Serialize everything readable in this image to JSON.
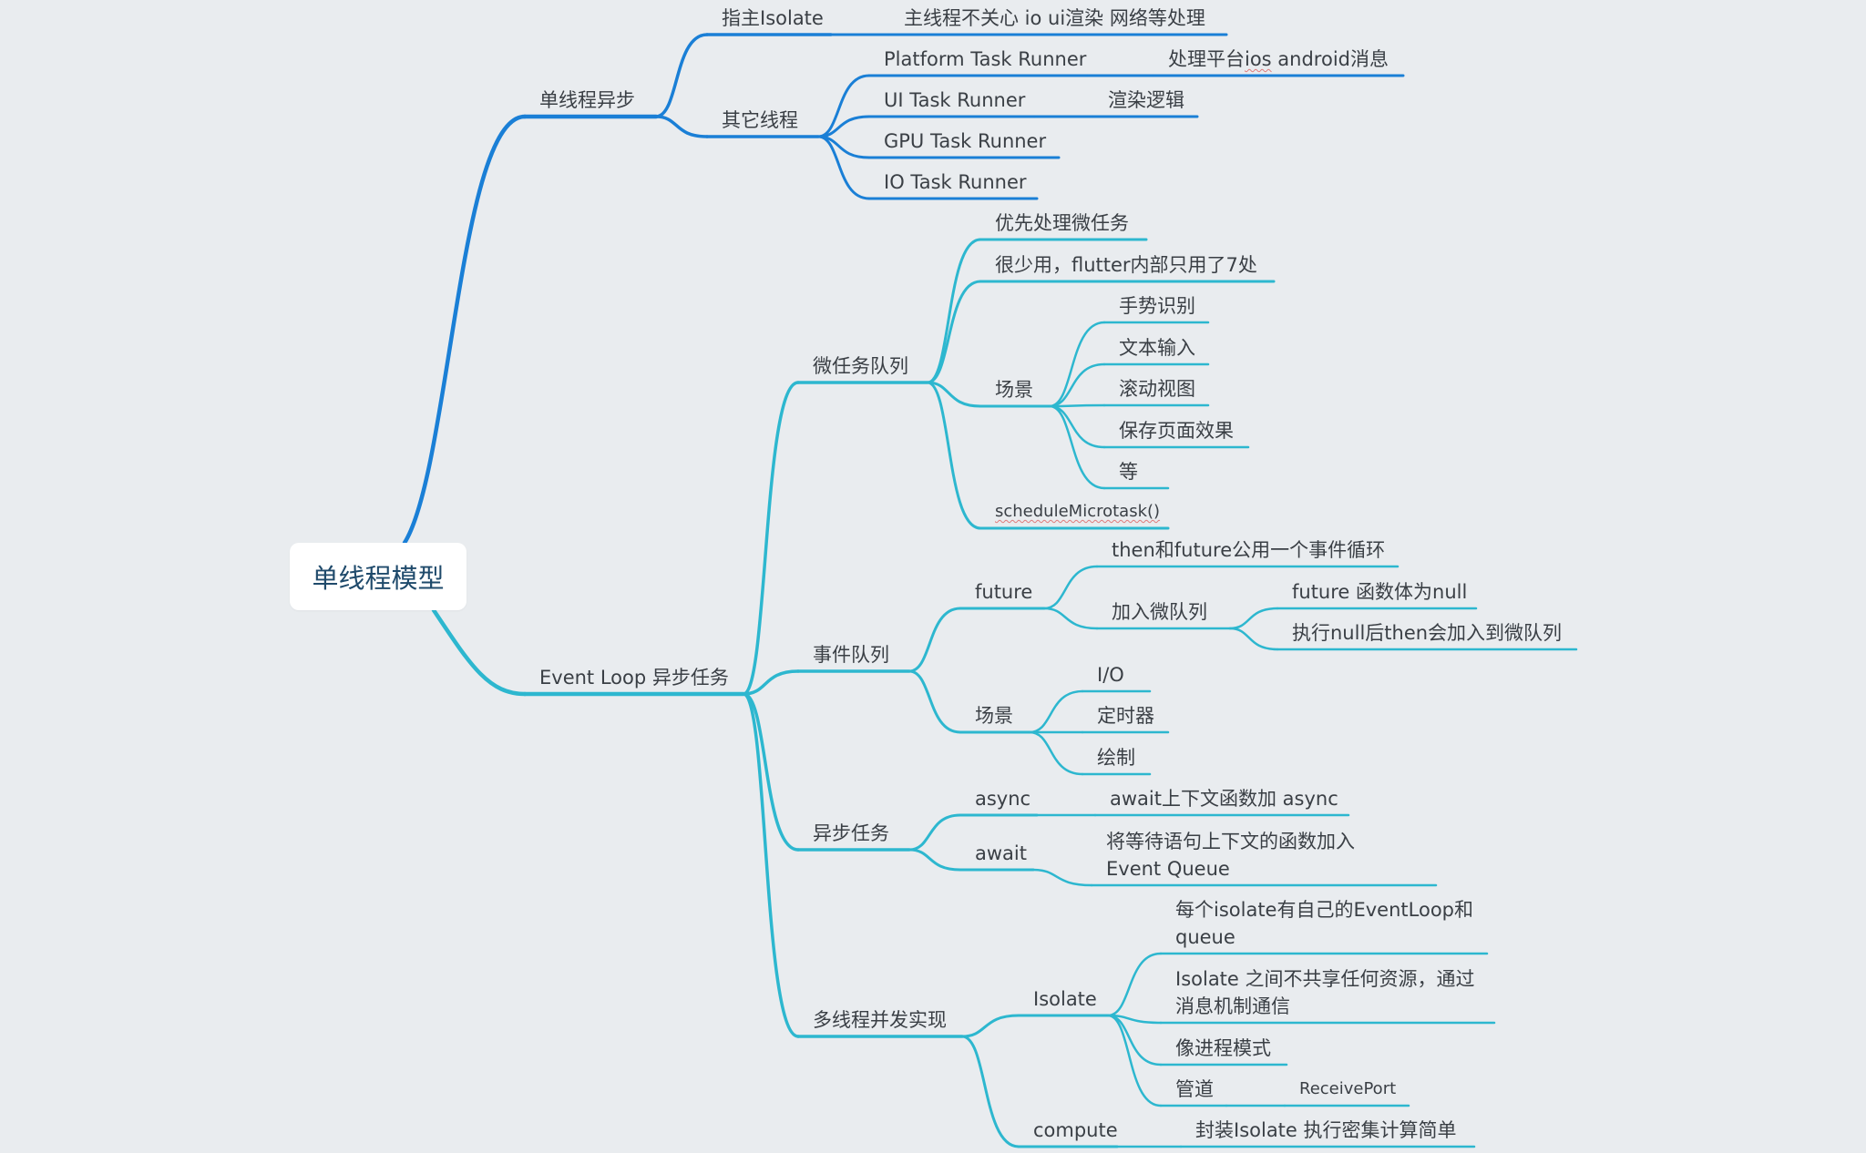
{
  "colors": {
    "background": "#e9ecef",
    "branch_primary": "#1a7fd6",
    "branch_secondary": "#2db7cf",
    "text": "#3a3f45",
    "root_text": "#1f4a6b"
  },
  "root": "单线程模型",
  "nodes": {
    "n1": "单线程异步",
    "n1_1": "指主Isolate",
    "n1_1_1": "主线程不关心 io ui渲染 网络等处理",
    "n1_2": "其它线程",
    "n1_2_1": "Platform Task Runner",
    "n1_2_1_1": "处理平台ios android消息",
    "n1_2_2": "UI Task Runner",
    "n1_2_2_1": "渲染逻辑",
    "n1_2_3": "GPU Task Runner",
    "n1_2_4": "IO Task Runner",
    "n2": "Event Loop 异步任务",
    "n2_1": "微任务队列",
    "n2_1_1": "优先处理微任务",
    "n2_1_2": "很少用，flutter内部只用了7处",
    "n2_1_3": "场景",
    "n2_1_3_1": "手势识别",
    "n2_1_3_2": "文本输入",
    "n2_1_3_3": "滚动视图",
    "n2_1_3_4": "保存页面效果",
    "n2_1_3_5": "等",
    "n2_1_4": "scheduleMicrotask()",
    "n2_2": "事件队列",
    "n2_2_1": "future",
    "n2_2_1_1": "then和future公用一个事件循环",
    "n2_2_1_2": "加入微队列",
    "n2_2_1_2_1": "future 函数体为null",
    "n2_2_1_2_2": "执行null后then会加入到微队列",
    "n2_2_2": "场景",
    "n2_2_2_1": "I/O",
    "n2_2_2_2": "定时器",
    "n2_2_2_3": "绘制",
    "n2_3": "异步任务",
    "n2_3_1": "async",
    "n2_3_1_1": "await上下文函数加 async",
    "n2_3_2": "await",
    "n2_3_2_1": "将等待语句上下文的函数加入Event Queue",
    "n2_4": "多线程并发实现",
    "n2_4_1": "Isolate",
    "n2_4_1_1": "每个isolate有自己的EventLoop和queue",
    "n2_4_1_2": "Isolate 之间不共享任何资源，通过消息机制通信",
    "n2_4_1_3": "像进程模式",
    "n2_4_1_4": "管道",
    "n2_4_1_4_1": "ReceivePort",
    "n2_4_2": "compute",
    "n2_4_2_1": "封装Isolate 执行密集计算简单"
  }
}
